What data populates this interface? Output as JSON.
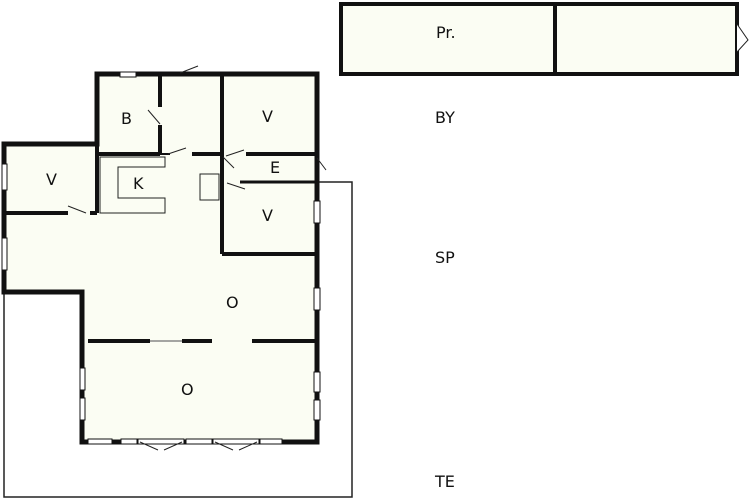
{
  "colors": {
    "floor": "#fbfdf3",
    "wall": "#111111",
    "thin_line": "#222222",
    "window": "#ffffff",
    "background": "#ffffff"
  },
  "rooms": {
    "annex_room": "Pr.",
    "bathroom": "B",
    "bedroom_top": "V",
    "bedroom_left": "V",
    "kitchen": "K",
    "entrance": "E",
    "bedroom_mid": "V",
    "living_upper": "O",
    "living_lower": "O"
  },
  "legend": {
    "by": "BY",
    "sp": "SP",
    "te": "TE"
  }
}
